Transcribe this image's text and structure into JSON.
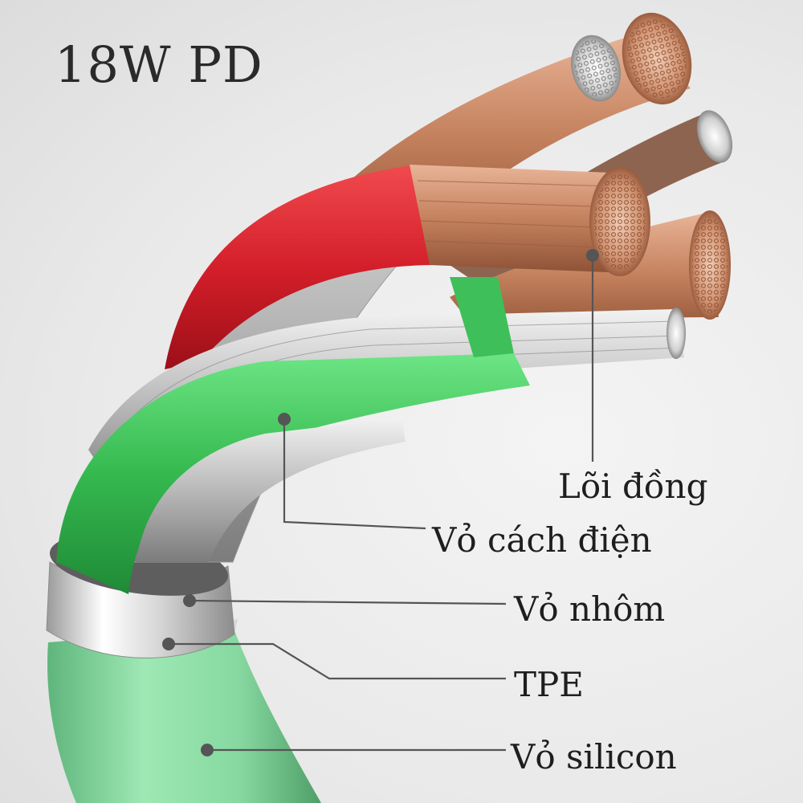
{
  "title": "18W PD",
  "labels": {
    "copper_core": "Lõi đồng",
    "insulation": "Vỏ cách điện",
    "aluminum_shield": "Vỏ nhôm",
    "tpe": "TPE",
    "silicone_jacket": "Vỏ silicon"
  },
  "colors": {
    "silicone": "#7fd49b",
    "green_wire": "#3fbf5a",
    "red_wire": "#d8262f",
    "copper": "#c98a66",
    "aluminum": "#c9cbcc",
    "leader": "#555555"
  }
}
